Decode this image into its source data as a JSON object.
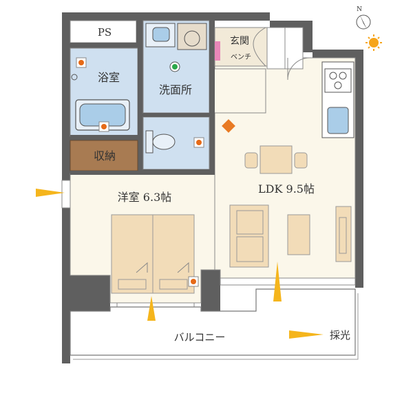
{
  "rooms": {
    "ps": "PS",
    "bath": "浴室",
    "washroom": "洗面所",
    "entrance": "玄関",
    "bench": "ベンチ",
    "storage": "収納",
    "western_room": "洋室 6.3帖",
    "ldk": "LDK 9.5帖",
    "balcony": "バルコニー"
  },
  "legend": {
    "daylight": "採光"
  },
  "compass": {
    "label": "N"
  },
  "colors": {
    "wall": "#5f5f5f",
    "floor": "#fbf7ea",
    "wet_area": "#cfe0f0",
    "entrance_floor": "#f2ead8",
    "storage": "#a87b52",
    "furniture": "#f2dcb8",
    "daylight_arrow": "#f5b51c",
    "outlet_marker": "#e66a17",
    "diamond_marker": "#e87a24",
    "sun": "#f6a51c"
  }
}
